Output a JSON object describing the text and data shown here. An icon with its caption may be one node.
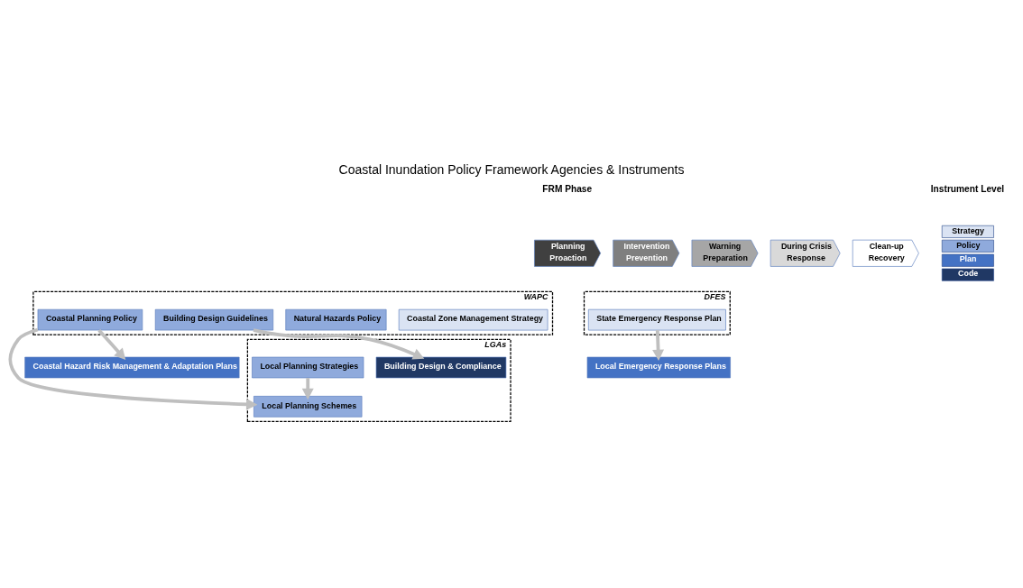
{
  "diagram": {
    "title": "Coastal Inundation Policy Framework Agencies & Instruments",
    "nodes": [
      {
        "text": [
          "Planning",
          "Proaction"
        ]
      },
      {
        "text": [
          "Intervention",
          "Prevention"
        ]
      },
      {
        "text": [
          "Warning",
          "Preparation"
        ]
      },
      {
        "text": [
          "During Crisis",
          "Response"
        ]
      },
      {
        "text": [
          "Clean-up",
          "Recovery"
        ]
      },
      {
        "text": [
          "WAPC"
        ]
      },
      {
        "text": [
          "Coastal Zone Management Strategy"
        ],
        "in": 5
      },
      {
        "text": [
          "Natural Hazards Policy"
        ],
        "in": 5
      },
      {
        "text": [
          "Coastal Planning Policy"
        ],
        "in": 5
      },
      {
        "text": [
          "Building Design Guidelines"
        ],
        "in": 5
      },
      {
        "text": [
          "LGAs"
        ]
      },
      {
        "text": [
          "Coastal Hazard Risk Management & Adaptation Plans"
        ]
      },
      {
        "text": [
          "Local Planning Schemes"
        ],
        "in": 10
      },
      {
        "text": [
          "Building Design & Compliance"
        ],
        "in": 10
      },
      {
        "text": [
          "Local Planning Strategies"
        ],
        "in": 10
      },
      {
        "text": [
          "DFES"
        ]
      },
      {
        "text": [
          "Local Emergency Response Plans"
        ]
      },
      {
        "text": [
          "State Emergency Response Plan"
        ],
        "in": 15
      }
    ],
    "edges": [
      {
        "from": 8,
        "to": 11,
        "arrow": "to"
      },
      {
        "from": 8,
        "to": 12,
        "arrow": "to"
      },
      {
        "from": 9,
        "to": 13,
        "arrow": "to"
      },
      {
        "from": 14,
        "to": 12,
        "arrow": "to"
      },
      {
        "from": 17,
        "to": 16,
        "arrow": "to"
      }
    ],
    "labels": [
      "FRM Phase",
      "Instrument Level"
    ],
    "legend": [
      {
        "text": "Strategy",
        "color": "#dae3f3"
      },
      {
        "text": "Policy",
        "color": "#8faadc"
      },
      {
        "text": "Plan",
        "color": "#4472c4"
      },
      {
        "text": "Code",
        "color": "#203864"
      }
    ]
  }
}
